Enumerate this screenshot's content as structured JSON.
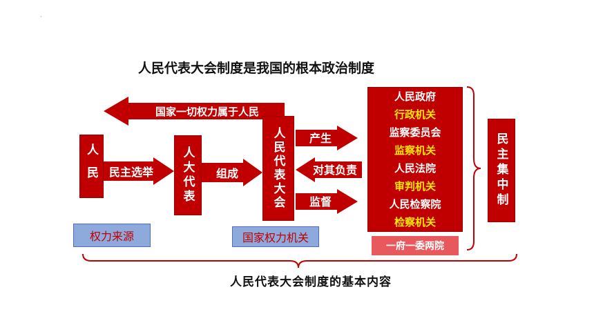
{
  "title": "人民代表大会制度是我国的根本政治制度",
  "people": "人民",
  "election_label": "民主选举",
  "deputies": "人大代表",
  "compose_label": "组成",
  "npc": "人民代表大会",
  "top_arrow_label": "国家一切权力属于人民",
  "produce_label": "产生",
  "responsible_label": "对其负责",
  "supervise_label": "监督",
  "organs": [
    {
      "name": "人民政府",
      "role": "行政机关"
    },
    {
      "name": "监察委员会",
      "role": "监察机关"
    },
    {
      "name": "人民法院",
      "role": "审判机关"
    },
    {
      "name": "人民检察院",
      "role": "检察机关"
    }
  ],
  "organs_caption": "一府一委两院",
  "principle": "民主集中制",
  "power_source": "权力来源",
  "state_power_organ": "国家权力机关",
  "basic_content": "人民代表大会制度的基本内容",
  "dot": "·",
  "colors": {
    "red": "#c00000",
    "yellow": "#ffe600",
    "blue": "#8ea9db"
  }
}
